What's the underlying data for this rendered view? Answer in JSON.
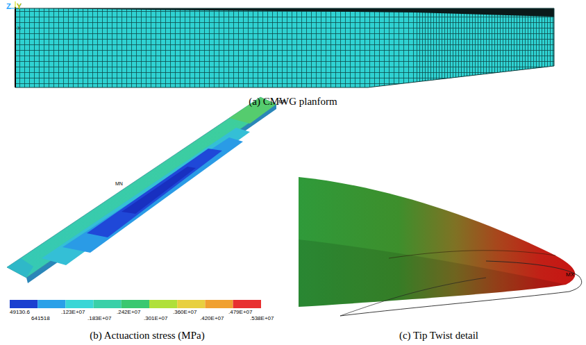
{
  "diagram": {
    "labels": [
      "Z",
      "Y",
      "X",
      "(a) CMWG planform",
      "MX",
      "MN",
      "49130.6",
      "641518",
      ".123E+07",
      ".183E+07",
      ".242E+07",
      ".301E+07",
      ".360E+07",
      ".420E+07",
      ".479E+07",
      ".538E+07",
      "(b) Actuaction stress (MPa)",
      "MX",
      "(c) Tip Twist detail"
    ]
  }
}
